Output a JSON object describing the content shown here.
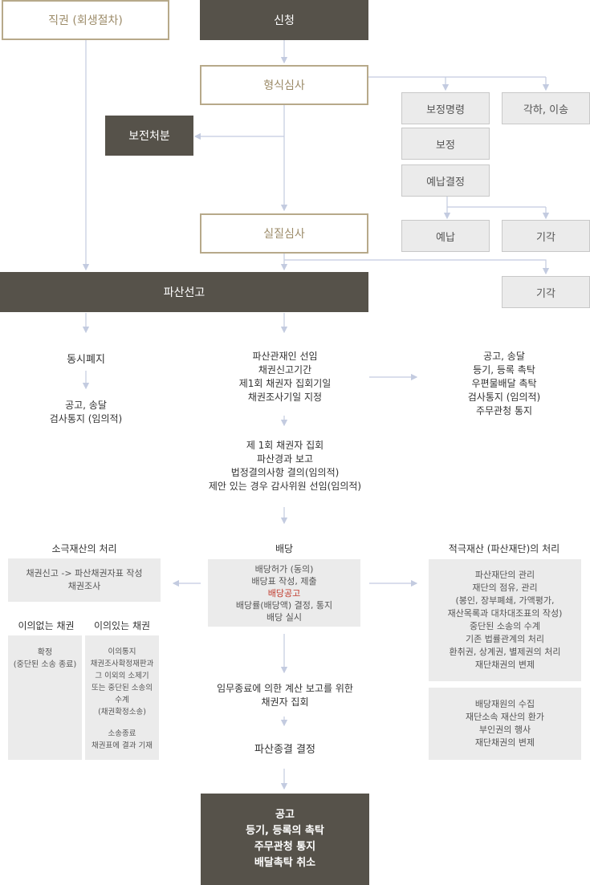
{
  "nodes": {
    "direct": "직권 (회생절차)",
    "apply": "신청",
    "formal_review": "형식심사",
    "correction_order": "보정명령",
    "dismiss_transfer": "각하, 이송",
    "correction": "보정",
    "preservation": "보전처분",
    "prepay_decision": "예납결정",
    "prepay": "예납",
    "reject_1": "기각",
    "substantive_review": "실질심사",
    "bankruptcy_declaration": "파산선고",
    "reject_2": "기각"
  },
  "simultaneous": {
    "title": "동시폐지",
    "lines": [
      "공고, 송달",
      "검사통지 (임의적)"
    ]
  },
  "trustee": {
    "lines": [
      "파산관재인 선임",
      "채권신고기간",
      "제1회 채권자 집회기일",
      "채권조사기일 지정"
    ]
  },
  "notice_right": {
    "lines": [
      "공고, 송달",
      "등기, 등록 촉탁",
      "우편물배달 촉탁",
      "검사통지 (임의적)",
      "주무관청 통지"
    ]
  },
  "first_meeting": {
    "lines": [
      "제 1회 채권자 집회",
      "파산경과 보고",
      "법정결의사항 결의(임의적)",
      "제안 있는 경우 감사위원 선임(임의적)"
    ]
  },
  "passive": {
    "title": "소극재산의 처리",
    "panel_lines": [
      "채권신고 -> 파산채권자표 작성",
      "채권조사"
    ],
    "no_objection_title": "이의없는 채권",
    "objection_title": "이의있는 채권",
    "no_objection_lines": [
      "확정",
      "(중단된 소송 종료)"
    ],
    "objection_lines": [
      "이의통지",
      "채권조사확정재판과",
      "그 이외의 소제기",
      "또는 중단된 소송의",
      "수계",
      "(채권확정소송)",
      "",
      "소송종료",
      "채권표에 결과 기재"
    ]
  },
  "distribution": {
    "title": "배당",
    "lines": [
      "배당허가 (동의)",
      "배당표 작성, 제출",
      "배당공고",
      "배당률(배당액) 결정, 통지",
      "배당 실시"
    ],
    "highlight_index": 2
  },
  "active": {
    "title": "적극재산 (파산재단)의 처리",
    "panel1_lines": [
      "파산재단의 관리",
      "재단의 점유, 관리",
      "(봉인, 장부폐쇄, 가액평가,",
      "재산목록과 대차대조표의 작성)",
      "중단된 소송의 수계",
      "기존 법률관계의 처리",
      "환취권, 상계권, 별제권의 처리",
      "재단채권의 변제"
    ],
    "panel2_lines": [
      "배당재원의 수집",
      "재단소속 재산의 환가",
      "부인권의 행사",
      "재단채권의 변제"
    ]
  },
  "termination_meeting": {
    "lines": [
      "임무종료에 의한 계산 보고를 위한",
      "채권자 집회"
    ]
  },
  "termination": "파산종결 결정",
  "final": {
    "lines": [
      "공고",
      "등기, 등록의 촉탁",
      "주무관청 통지",
      "배달촉탁 취소"
    ]
  },
  "colors": {
    "dark_box": "#56524a",
    "outline_border": "#b7a98a",
    "outline_text": "#9c8b68",
    "grey_box": "#ebebeb",
    "connector": "#c3cbe0",
    "highlight": "#c0392b"
  }
}
